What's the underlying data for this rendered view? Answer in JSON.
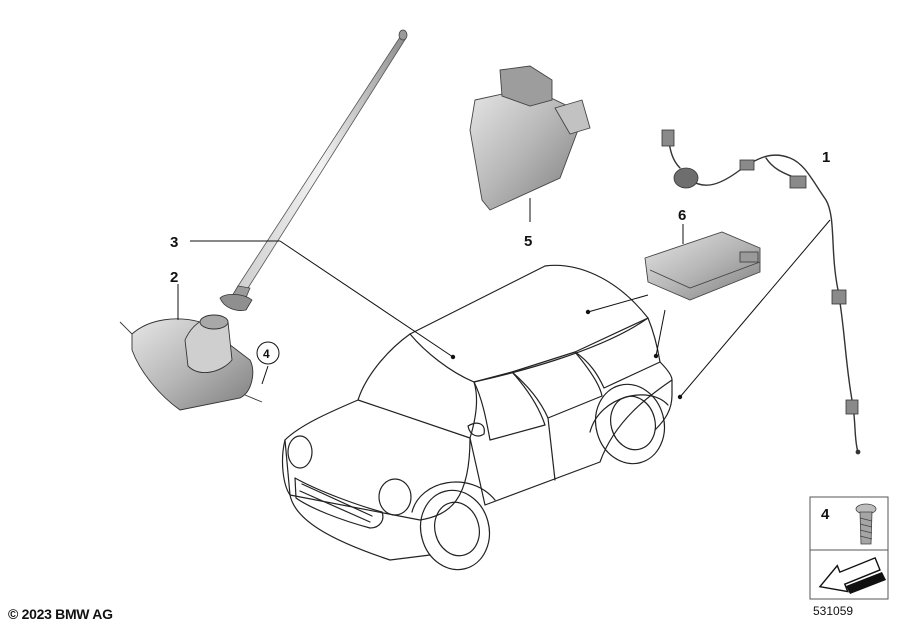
{
  "callouts": {
    "c1": "1",
    "c2": "2",
    "c3": "3",
    "c4": "4",
    "c5": "5",
    "c6": "6"
  },
  "legend": {
    "qty_number": "4",
    "tool_icon": "arrow-pointer-icon"
  },
  "footer": {
    "copyright": "© 2023 BMW AG",
    "doc_number": "531059"
  },
  "colors": {
    "line": "#111111",
    "part_gray": "#b9b9b9",
    "part_dark": "#7a7a7a",
    "legend_border": "#555555"
  }
}
